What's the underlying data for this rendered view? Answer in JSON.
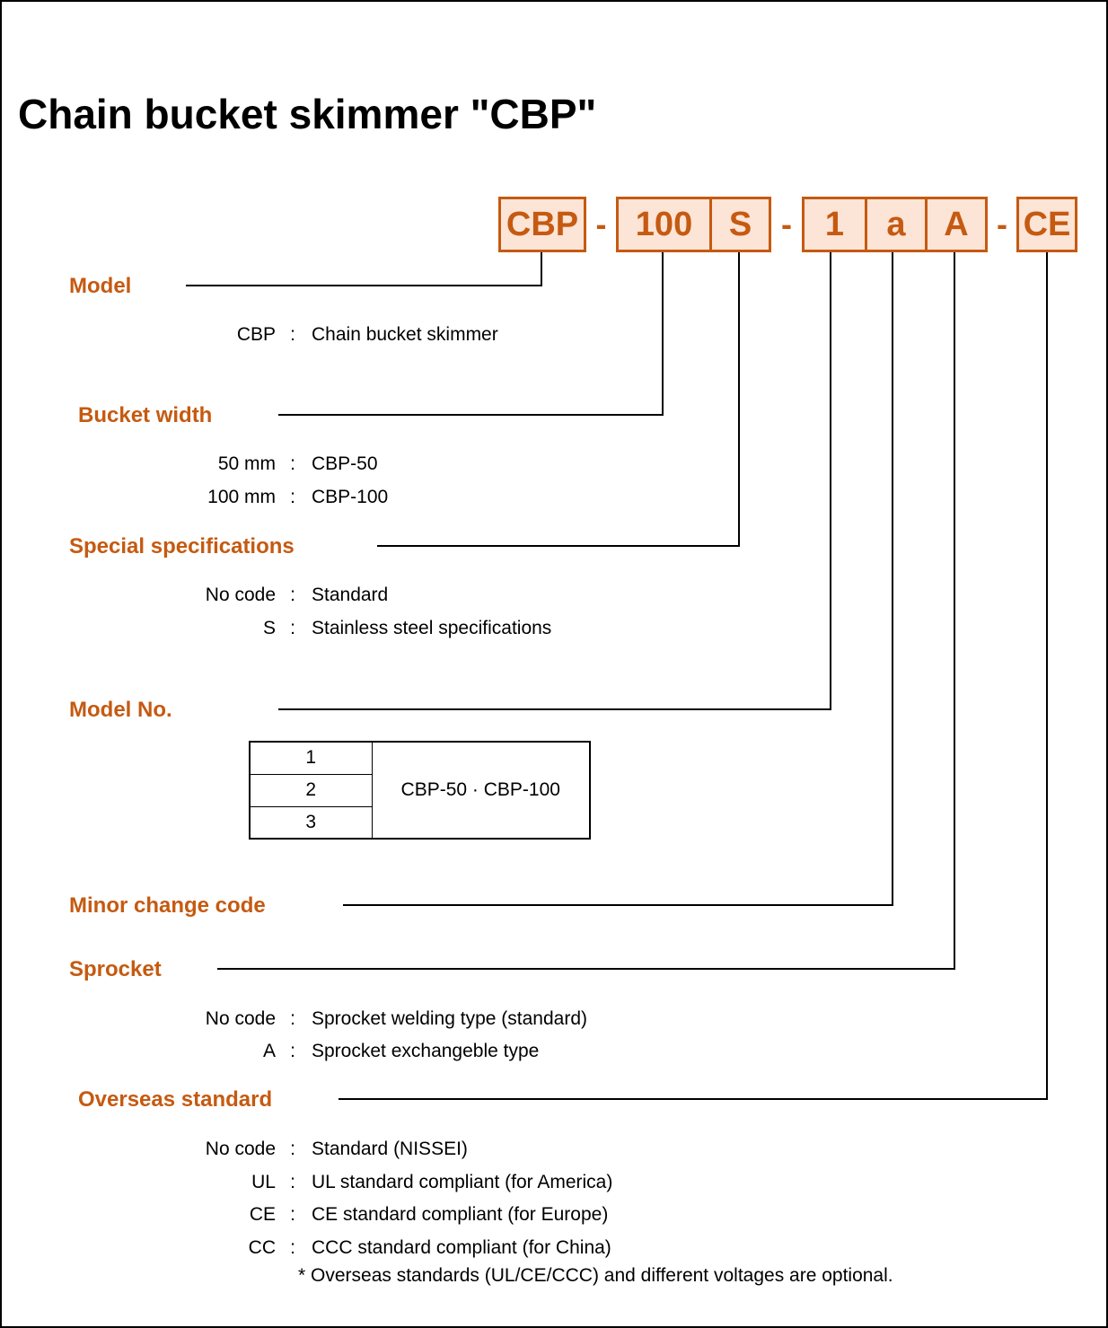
{
  "page": {
    "title": "Chain bucket skimmer \"CBP\"",
    "accent_color": "#C55A11",
    "box_fill_color": "#FCE4D6"
  },
  "colon": ":",
  "code": {
    "separator": "-",
    "segments": [
      {
        "cells": [
          "CBP"
        ]
      },
      {
        "cells": [
          "100",
          "S"
        ]
      },
      {
        "cells": [
          "1",
          "a",
          "A"
        ]
      },
      {
        "cells": [
          "CE"
        ]
      }
    ]
  },
  "sections": {
    "model": {
      "label": "Model",
      "entries": [
        {
          "code": "CBP",
          "desc": "Chain bucket skimmer"
        }
      ]
    },
    "bucket_width": {
      "label": "Bucket width",
      "entries": [
        {
          "code": "50 mm",
          "desc": "CBP-50"
        },
        {
          "code": "100 mm",
          "desc": "CBP-100"
        }
      ]
    },
    "special_specifications": {
      "label": "Special specifications",
      "entries": [
        {
          "code": "No code",
          "desc": "Standard"
        },
        {
          "code": "S",
          "desc": "Stainless steel specifications"
        }
      ]
    },
    "model_no": {
      "label": "Model No.",
      "table": {
        "model_numbers": [
          "1",
          "2",
          "3"
        ],
        "applies_to": "CBP-50 · CBP-100"
      }
    },
    "minor_change_code": {
      "label": "Minor change code"
    },
    "sprocket": {
      "label": "Sprocket",
      "entries": [
        {
          "code": "No code",
          "desc": "Sprocket welding type (standard)"
        },
        {
          "code": "A",
          "desc": "Sprocket exchangeble type"
        }
      ]
    },
    "overseas_standard": {
      "label": "Overseas standard",
      "entries": [
        {
          "code": "No code",
          "desc": "Standard (NISSEI)"
        },
        {
          "code": "UL",
          "desc": "UL standard compliant (for America)"
        },
        {
          "code": "CE",
          "desc": "CE standard compliant (for Europe)"
        },
        {
          "code": "CC",
          "desc": "CCC standard compliant (for China)"
        }
      ],
      "footnote": "* Overseas standards (UL/CE/CCC) and different voltages are optional."
    }
  }
}
